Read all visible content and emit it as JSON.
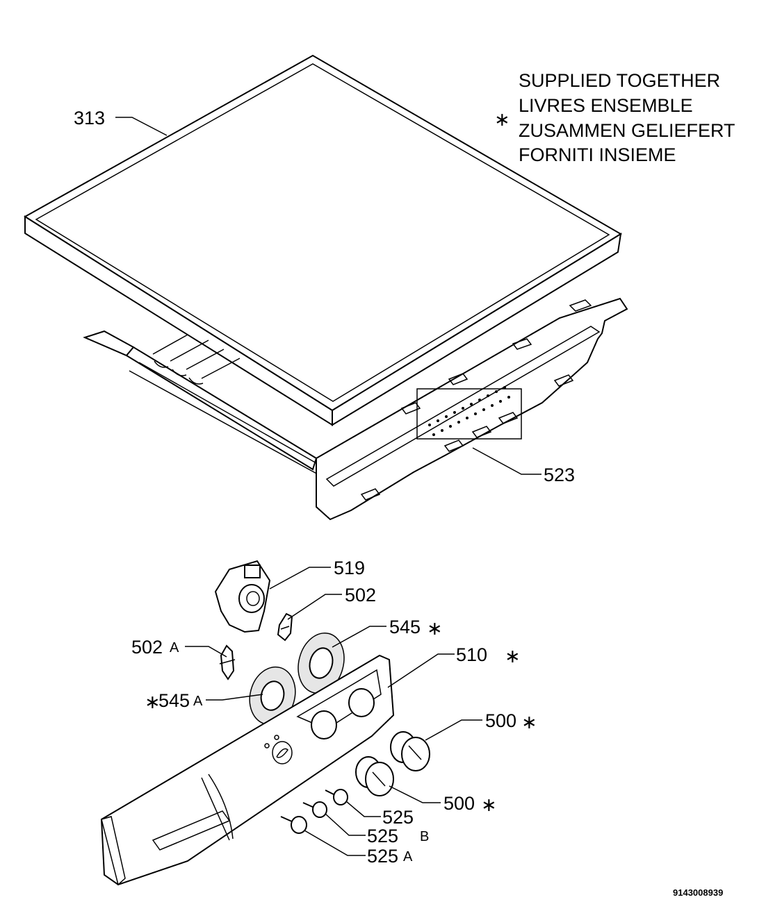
{
  "note": {
    "star": "∗",
    "lines": [
      "SUPPLIED TOGETHER",
      "LIVRES ENSEMBLE",
      "ZUSAMMEN GELIEFERT",
      "FORNITI INSIEME"
    ]
  },
  "labels": {
    "l313": "313",
    "l523": "523",
    "l519": "519",
    "l502": "502",
    "l545": "545",
    "l545_star": "∗",
    "l502a_num": "502",
    "l502a_suffix": "A",
    "l510": "510",
    "l510_star": "∗",
    "l545a_star": "∗",
    "l545a_num": "545",
    "l545a_suffix": "A",
    "l500_top": "500",
    "l500_top_star": "∗",
    "l500_bottom": "500",
    "l500_bottom_star": "∗",
    "l525": "525",
    "l525b_num": "525",
    "l525b_suffix": "B",
    "l525a_num": "525",
    "l525a_suffix": "A"
  },
  "doc_number": "9143008939"
}
